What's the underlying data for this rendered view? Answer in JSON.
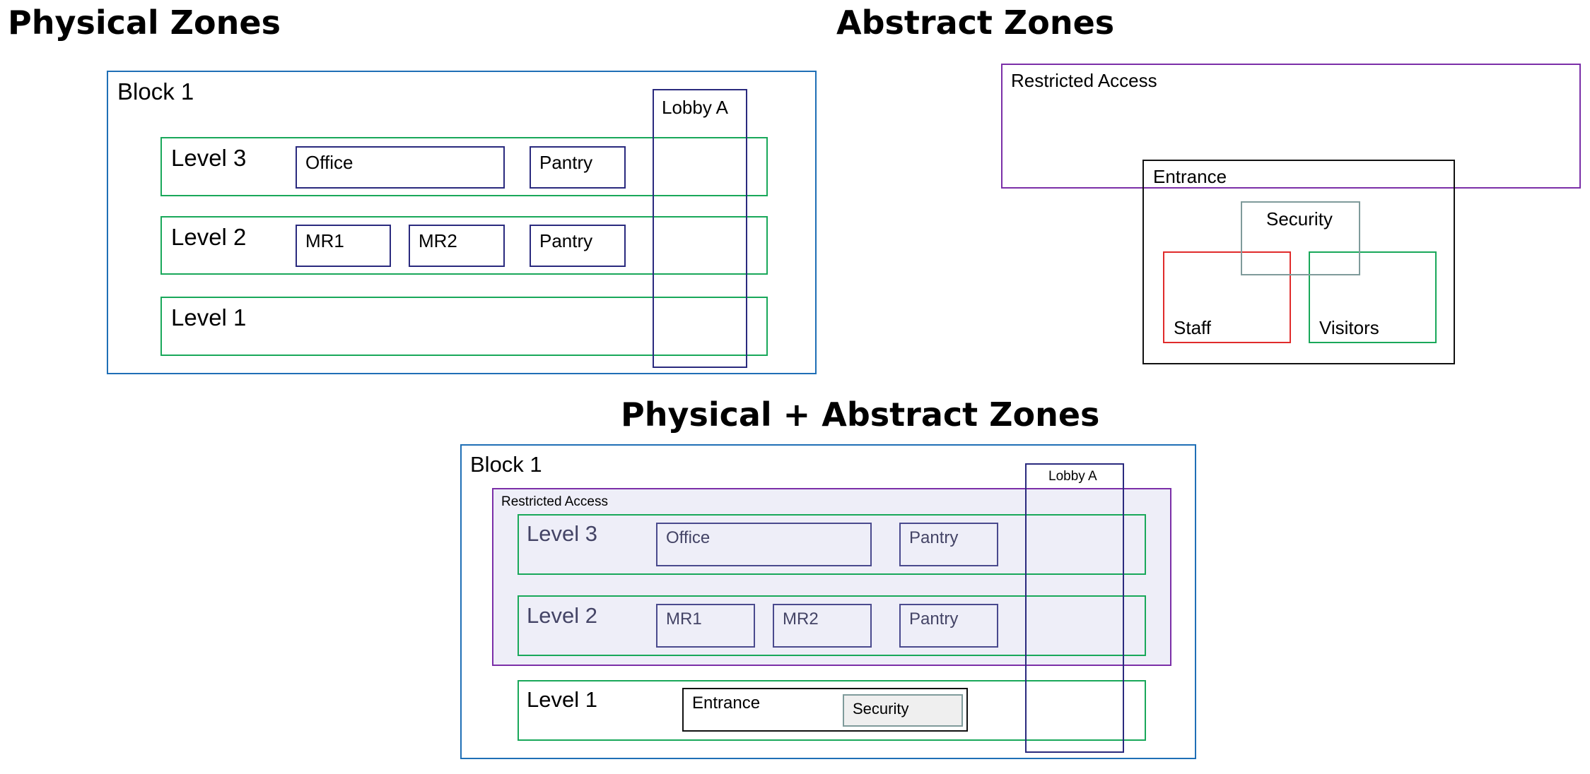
{
  "headings": {
    "physical": "Physical Zones",
    "abstract": "Abstract Zones",
    "combined": "Physical + Abstract Zones"
  },
  "physical": {
    "block": "Block 1",
    "lobby": "Lobby A",
    "level3": {
      "label": "Level 3",
      "rooms": [
        "Office",
        "Pantry"
      ]
    },
    "level2": {
      "label": "Level 2",
      "rooms": [
        "MR1",
        "MR2",
        "Pantry"
      ]
    },
    "level1": {
      "label": "Level 1"
    }
  },
  "abstract": {
    "restricted": "Restricted Access",
    "entrance": "Entrance",
    "security": "Security",
    "staff": "Staff",
    "visitors": "Visitors"
  },
  "combined": {
    "block": "Block 1",
    "lobby": "Lobby A",
    "restricted": "Restricted Access",
    "level3": {
      "label": "Level 3",
      "rooms": [
        "Office",
        "Pantry"
      ]
    },
    "level2": {
      "label": "Level 2",
      "rooms": [
        "MR1",
        "MR2",
        "Pantry"
      ]
    },
    "level1": {
      "label": "Level 1"
    },
    "entrance": "Entrance",
    "security": "Security"
  },
  "colors": {
    "block": "#1f6fb6",
    "level": "#19a85a",
    "room": "#2a2a7e",
    "restricted": "#7b2fa8",
    "restricted_fill": "#eeeef8",
    "entrance": "#111111",
    "security": "#7f9b9b",
    "security_fill": "#efefef",
    "staff": "#e02b2b",
    "visitors": "#19a85a"
  }
}
